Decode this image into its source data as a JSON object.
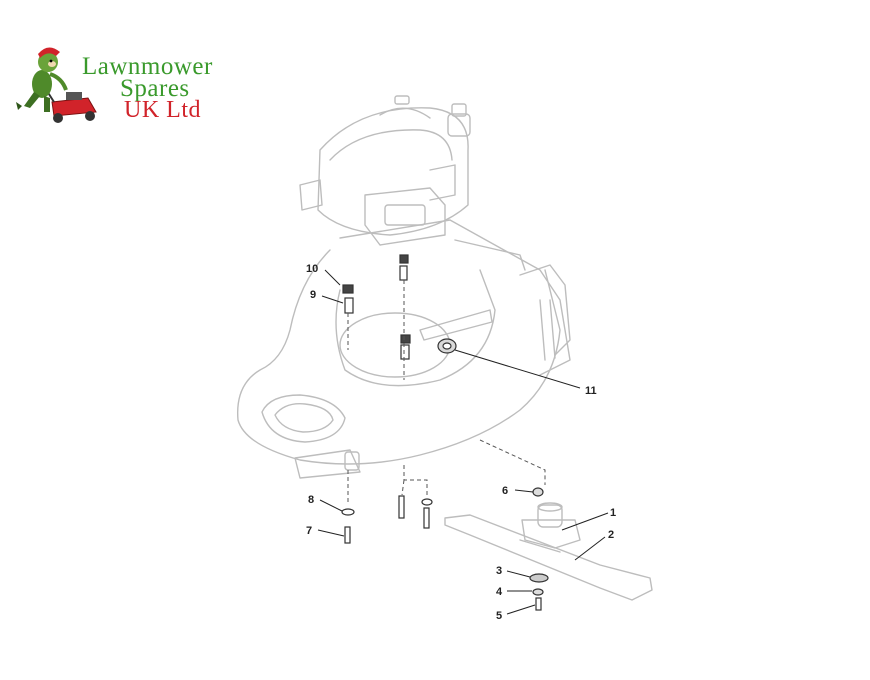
{
  "brand": {
    "line1": "Lawnmower",
    "line2": "Spares",
    "line3": "UK Ltd",
    "colors": {
      "green": "#3a9a2c",
      "red": "#d1232a"
    }
  },
  "callouts": {
    "c1": "1",
    "c2": "2",
    "c3": "3",
    "c4": "4",
    "c5": "5",
    "c6": "6",
    "c7": "7",
    "c8": "8",
    "c9": "9",
    "c10": "10",
    "c11": "11"
  }
}
